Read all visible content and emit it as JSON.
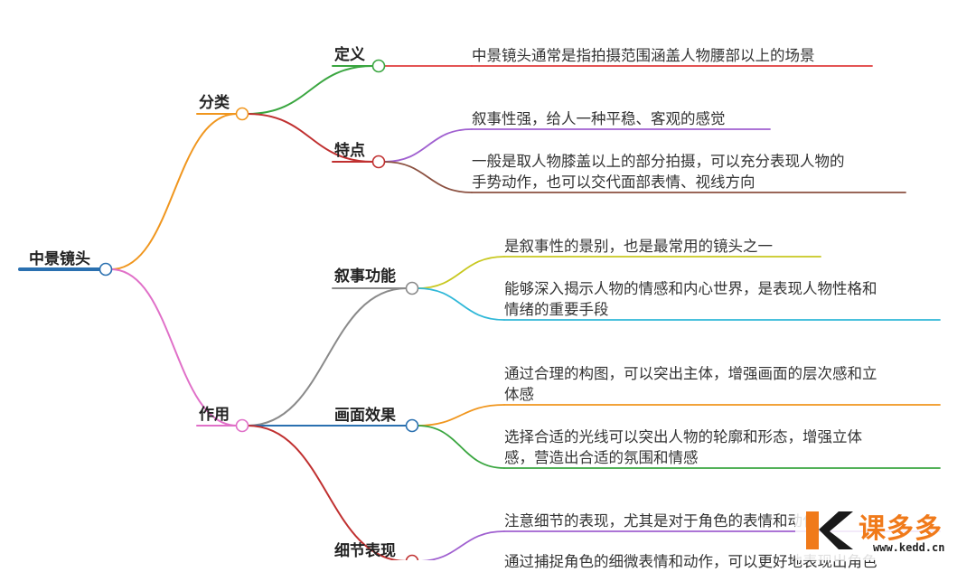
{
  "mindmap": {
    "root": {
      "label": "中景镜头"
    },
    "branches": [
      {
        "label": "分类",
        "color": "#f0961e",
        "children": [
          {
            "label": "定义",
            "color": "#3aa640",
            "leaves": [
              {
                "lines": [
                  "中景镜头通常是指拍摄范围涵盖人物腰部以上的场景"
                ],
                "color": "#e03c3c"
              }
            ]
          },
          {
            "label": "特点",
            "color": "#c03030",
            "leaves": [
              {
                "lines": [
                  "叙事性强，给人一种平稳、客观的感觉"
                ],
                "color": "#a060d0"
              },
              {
                "lines": [
                  "一般是取人物膝盖以上的部分拍摄，可以充分表现人物的",
                  "手势动作，也可以交代面部表情、视线方向"
                ],
                "color": "#8b5040"
              }
            ]
          }
        ]
      },
      {
        "label": "作用",
        "color": "#e070c8",
        "children": [
          {
            "label": "叙事功能",
            "color": "#8a8a8a",
            "leaves": [
              {
                "lines": [
                  "是叙事性的景别，也是最常用的镜头之一"
                ],
                "color": "#c8c820"
              },
              {
                "lines": [
                  "能够深入揭示人物的情感和内心世界，是表现人物性格和",
                  "情绪的重要手段"
                ],
                "color": "#30b8d8"
              }
            ]
          },
          {
            "label": "画面效果",
            "color": "#2a70b0",
            "leaves": [
              {
                "lines": [
                  "通过合理的构图，可以突出主体，增强画面的层次感和立",
                  "体感"
                ],
                "color": "#f0961e"
              },
              {
                "lines": [
                  "选择合适的光线可以突出人物的轮廓和形态，增强立体",
                  "感，营造出合适的氛围和情感"
                ],
                "color": "#3aa640"
              }
            ]
          },
          {
            "label": "细节表现",
            "color": "#c03030",
            "leaves": [
              {
                "lines": [
                  "注意细节的表现，尤其是对于角色的表情和动作"
                ],
                "color": "#a060d0"
              },
              {
                "lines": [
                  "通过捕捉角色的细微表情和动作，可以更好地表现出角色"
                ],
                "color": "#8b5040"
              }
            ]
          }
        ]
      }
    ],
    "root_color": "#2a70b0"
  },
  "watermark": {
    "name": "课多多",
    "url": "www.kedd.cn",
    "logo_color": "#f07a1a"
  }
}
